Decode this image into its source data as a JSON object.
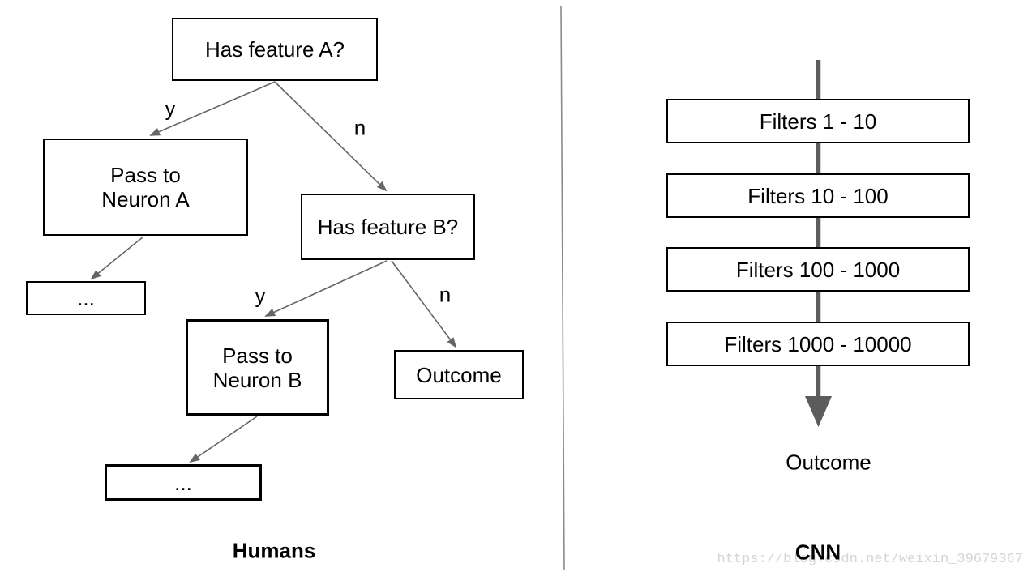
{
  "diagram": {
    "left": {
      "caption": "Humans",
      "nodes": {
        "has_feature_a": "Has feature A?",
        "pass_to_neuron_a": "Pass to\nNeuron A",
        "has_feature_b": "Has feature B?",
        "ellipsis_1": "...",
        "pass_to_neuron_b": "Pass to\nNeuron B",
        "outcome": "Outcome",
        "ellipsis_2": "..."
      },
      "edge_labels": {
        "a_yes": "y",
        "a_no": "n",
        "b_yes": "y",
        "b_no": "n"
      }
    },
    "right": {
      "caption": "CNN",
      "layers": [
        "Filters 1 - 10",
        "Filters 10 - 100",
        "Filters 100 - 1000",
        "Filters 1000 - 10000"
      ],
      "outcome": "Outcome"
    }
  },
  "watermark": "https://blog.csdn.net/weixin_39679367",
  "colors": {
    "box_border": "#000000",
    "box_fill": "#ffffff",
    "text": "#000000",
    "tree_arrow": "#666666",
    "cnn_arrow": "#5c5c5c",
    "divider": "#8a8a8a",
    "watermark": "#d4d4d4"
  }
}
